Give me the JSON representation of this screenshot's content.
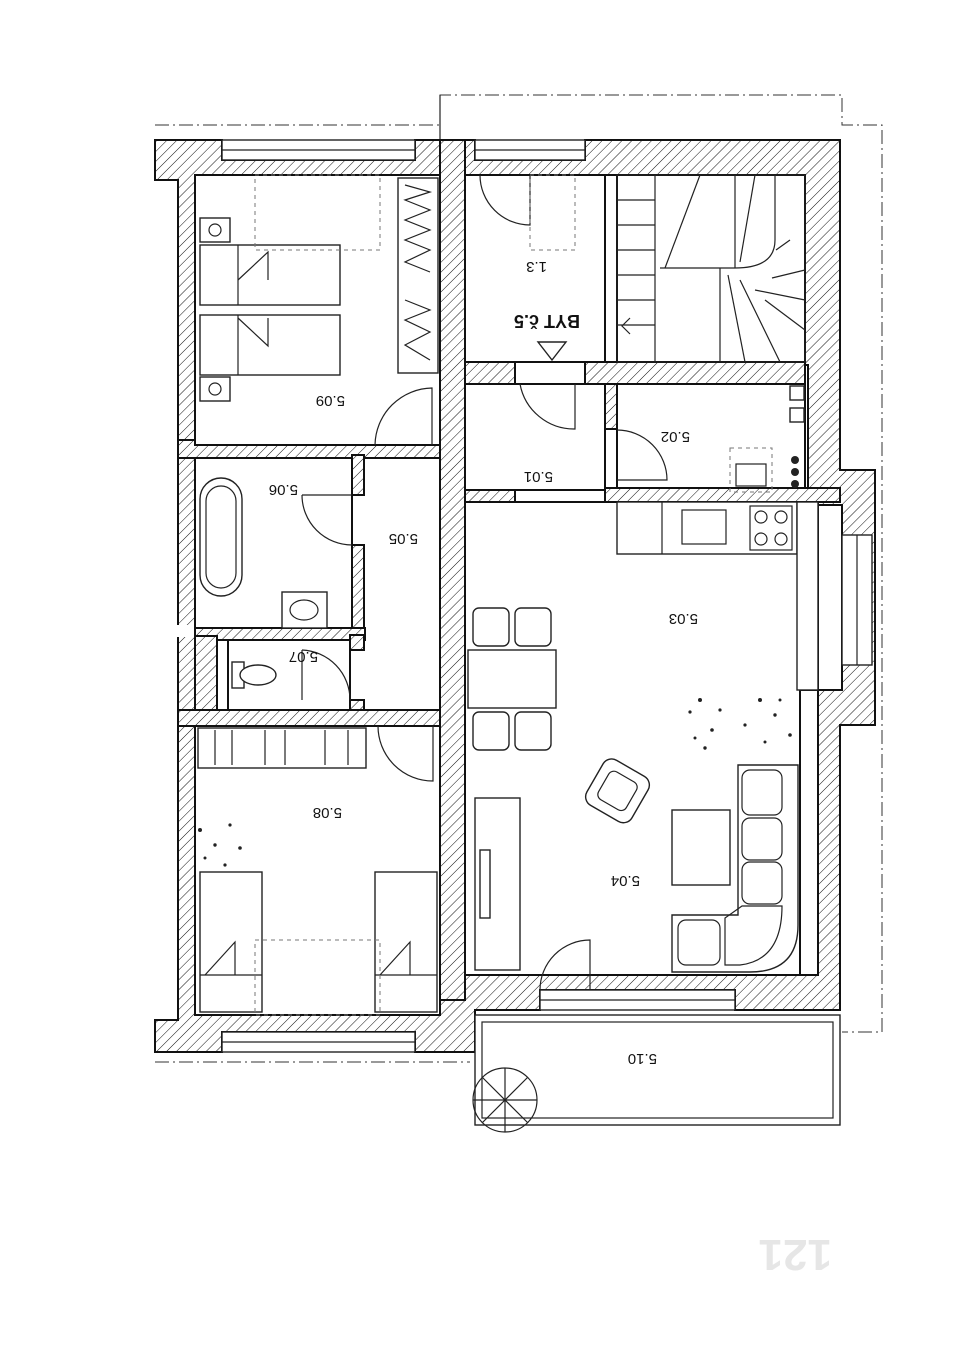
{
  "rooms": {
    "bedroom_top": "5.09",
    "bathroom": "5.06",
    "corridor": "5.05",
    "toilet": "5.07",
    "bedroom_bottom": "5.08",
    "hall": "5.01",
    "pantry": "5.02",
    "kitchen_dining": "5.03",
    "living": "5.04",
    "balcony": "5.10",
    "staircase": "1.3"
  },
  "apartment_label": "BYT č.5",
  "page_number": "121"
}
